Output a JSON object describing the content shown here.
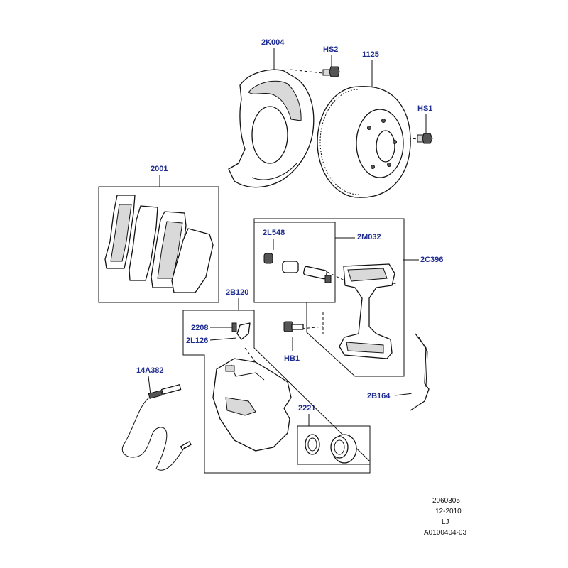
{
  "callouts": {
    "splash_shield": "2K004",
    "screw_hs2": "HS2",
    "disc": "1125",
    "screw_hs1": "HS1",
    "pad_set": "2001",
    "pin_kit": "2L548",
    "guide_kit": "2M032",
    "carrier": "2C396",
    "caliper": "2B120",
    "bleed_screw": "2208",
    "bleed_cap": "2L126",
    "bolt_hb1": "HB1",
    "sensor": "14A382",
    "spring_clip": "2B164",
    "seal_kit": "2221"
  },
  "footer": {
    "line1": "2060305",
    "line2": "12-2010",
    "line3": "LJ",
    "line4": "A0100404-03"
  },
  "colors": {
    "callout_text": "#1f2c8f",
    "line": "#111111"
  }
}
